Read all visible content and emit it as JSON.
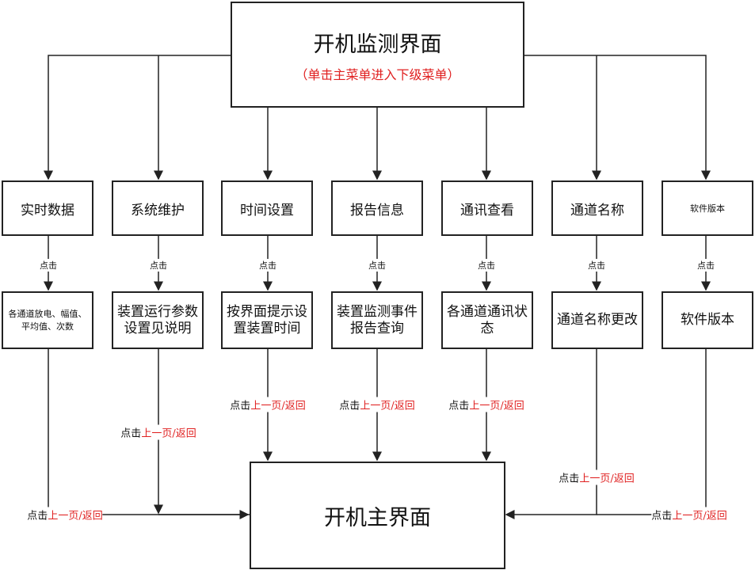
{
  "top": {
    "title": "开机监测界面",
    "subtitle": "（单击主菜单进入下级菜单）"
  },
  "menu": [
    {
      "label": "实时数据",
      "detail": "各通道放电、幅值、平均值、次数"
    },
    {
      "label": "系统维护",
      "detail": "装置运行参数设置见说明"
    },
    {
      "label": "时间设置",
      "detail": "按界面提示设置装置时间"
    },
    {
      "label": "报告信息",
      "detail": "装置监测事件报告查询"
    },
    {
      "label": "通讯查看",
      "detail": "各通道通讯状态"
    },
    {
      "label": "通道名称",
      "detail": "通道名称更改"
    },
    {
      "label": "软件版本",
      "detail": "软件版本"
    }
  ],
  "click_label": "点击",
  "return_label": {
    "prefix": "点击",
    "action": "上一页/返回"
  },
  "main": {
    "title": "开机主界面"
  },
  "colors": {
    "accent": "#e02020",
    "line": "#222222"
  }
}
